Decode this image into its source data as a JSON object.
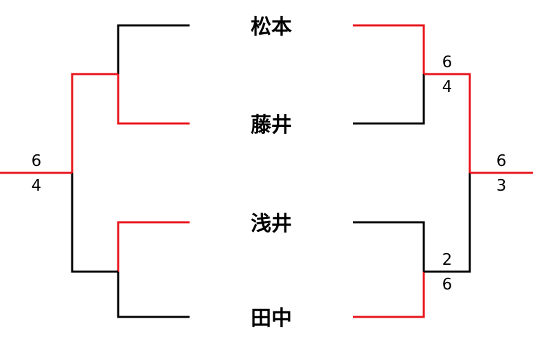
{
  "colors": {
    "line": "#000000",
    "winner_line": "#e8141b"
  },
  "players": [
    {
      "name": "松本"
    },
    {
      "name": "藤井"
    },
    {
      "name": "浅井"
    },
    {
      "name": "田中"
    }
  ],
  "left_bracket": {
    "final_score": {
      "top": "6",
      "bottom": "4"
    }
  },
  "right_bracket": {
    "semi_top_score": {
      "top": "6",
      "bottom": "4"
    },
    "semi_bottom_score": {
      "top": "2",
      "bottom": "6"
    },
    "final_score": {
      "top": "6",
      "bottom": "3"
    }
  }
}
